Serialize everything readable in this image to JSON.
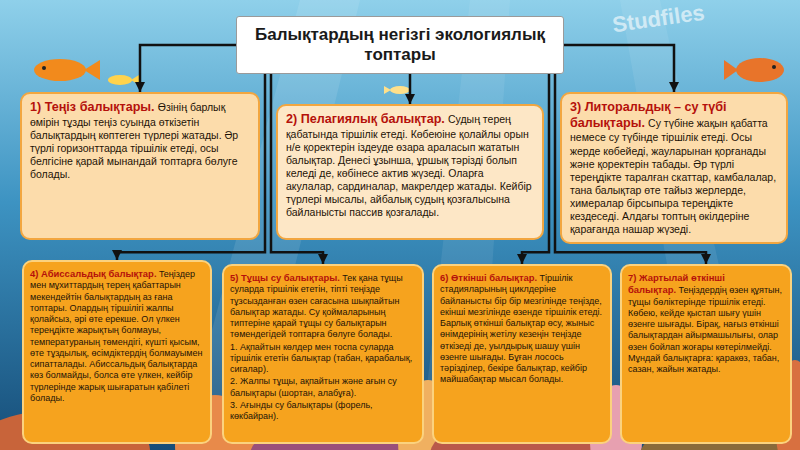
{
  "diagram": {
    "nodes": [
      {
        "text": [
          "Балықтардың негізгі экологиялық топтары"
        ]
      },
      {
        "text": [
          "1) Теңіз балықтары.",
          "Өзінің барлық өмірін тұзды теңіз суында өткізетін балықтардың көптеген түрлері жатады. Әр түрлі горизонттарда тіршілік етеді, осы белгісіне қарай мынандай топтарға бөлуге болады."
        ]
      },
      {
        "text": [
          "2) Пелагиялық балықтар.",
          "Судың терең қабатында тіршілік етеді. Көбеюіне қолайлы орын н/е қоректерін іздеуде өзара араласып жататын балықтар. Денесі ұзынша, ұршық тәрізді болып келеді де, көбінесе актив жүзеді. Оларға акулалар, сардиналар, макрелдер жатады. Кейбір түрлері мысалы, айбалық судың қозғалысына байланысты пассив қозғалады."
        ]
      },
      {
        "text": [
          "3) Литоральдық – су түбі балықтары.",
          "Су түбіне жақын қабатта немесе су түбінде тіршілік етеді. Осы жерде көбейеді, жауларынан қорғанады және қоректерін табады. Әр түрлі тереңдікте таралған скаттар, камбалалар, тана балықтар өте тайыз жерлерде, химералар бірсыпыра тереңдікте кездеседі. Алдағы топтың өкілдеріне қарағанда нашар жүзеді."
        ]
      },
      {
        "text": [
          "4) Абиссальдық балықтар.",
          "Теңіздер мен мұхиттардың терең қабаттарын мекендейтін балықтардың аз ғана топтары. Олардың тіршілігі жалпы қолайсыз, әрі өте ерекше. Ол үлкен тереңдікте жарықтың болмауы, температураның төмендігі, күшті қысым, өте тұздылық, өсімдіктердің болмауымен сипатталады. Абиссальдық балықтарда көз болмайды, болса өте үлкен, кейбір түрлерінде жарық шығаратын қабілеті болады."
        ]
      },
      {
        "text": [
          "5) Тұщы су балықтары.",
          "Тек қана тұщы суларда тіршілік ететін, тіпті теңізде тұзсызданған өзен сағасына шықпайтын балықтар жатады. Су қоймаларының типтеріне қарай тұщы су балықтарын төмендегідей топтарға бөлуге болады.",
          "1. Ақпайтын көлдер мен тоспа суларда тіршілік ететін балықтар (табан, қарабалық, сигалар).",
          "2. Жалпы тұщы, ақпайтын және ағын су балықтары (шортан, алабұға).",
          "3. Ағынды су балықтары (форель, көкбайран)."
        ]
      },
      {
        "text": [
          "6) Өткінші балықтар.",
          "Тіршілік стадияларының циклдеріне байланысты бір бір мезгілінде теңізде, екінші мезгілінде өзенде тіршілік етеді. Барлық өткінші балықтар өсу, жыныс өнімдерінің жетілу кезеңін теңізде өткізеді де, уылдырық шашу үшін өзенге шығады. Бұған лосось тәрізділер, бекіре балықтар, кейбір майшабақтар мысал болады."
        ]
      },
      {
        "text": [
          "7) Жартылай өткінші балықтар.",
          "Теңіздердің өзен құятын, тұщы бөліктерінде тіршілік етеді. Көбею, кейде қыстап шығу үшін өзенге шығады. Бірақ, нағыз өткінші балықтардан айырмашылығы, олар өзен бойлап жоғары көтерілмейді. Мұндай балықтарға: қаракөз, табан, сазан, жайын жатады."
        ]
      }
    ],
    "edges": [
      {
        "from": 0,
        "to": 1,
        "arrow": "to"
      },
      {
        "from": 0,
        "to": 2,
        "arrow": "to"
      },
      {
        "from": 0,
        "to": 3,
        "arrow": "to"
      },
      {
        "from": 0,
        "to": 4,
        "arrow": "to"
      },
      {
        "from": 0,
        "to": 5,
        "arrow": "to"
      },
      {
        "from": 0,
        "to": 6,
        "arrow": "to"
      },
      {
        "from": 0,
        "to": 7,
        "arrow": "to"
      }
    ],
    "labels": [
      "Studfiles"
    ]
  }
}
